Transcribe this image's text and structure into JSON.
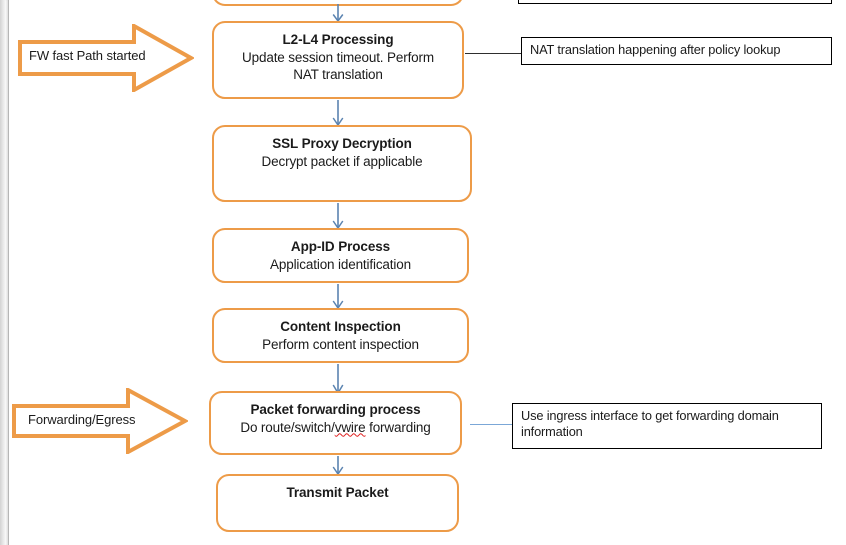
{
  "diagram": {
    "title": "Firewall packet flow - fast path and egress",
    "accent_orange": "#ED9B48",
    "connector_blue": "#5B84B1",
    "note_border": "#000000",
    "page_background": "#FFFFFF"
  },
  "clipped_top_box": {
    "name": "partial-process-box-above"
  },
  "clipped_top_note": {
    "name": "partial-note-box-above"
  },
  "process_boxes": [
    {
      "id": "l2-l4-processing",
      "title": "L2-L4 Processing",
      "subtitle_line1": "Update session timeout. Perform",
      "subtitle_line2": "NAT translation"
    },
    {
      "id": "ssl-proxy-decryption",
      "title": "SSL Proxy Decryption",
      "subtitle_line1": "Decrypt packet if applicable",
      "subtitle_line2": ""
    },
    {
      "id": "app-id-process",
      "title": "App-ID Process",
      "subtitle_line1": "Application identification",
      "subtitle_line2": ""
    },
    {
      "id": "content-inspection",
      "title": "Content Inspection",
      "subtitle_line1": "Perform content inspection",
      "subtitle_line2": ""
    },
    {
      "id": "packet-forwarding-process",
      "title": "Packet forwarding process",
      "subtitle_prefix": "Do route/switch/",
      "subtitle_misspelled": "vwire",
      "subtitle_suffix": " forwarding"
    },
    {
      "id": "transmit-packet",
      "title": "Transmit Packet",
      "subtitle_line1": "",
      "subtitle_line2": ""
    }
  ],
  "stage_arrows": [
    {
      "id": "fw-fast-path-started",
      "label": "FW fast Path started"
    },
    {
      "id": "forwarding-egress",
      "label": "Forwarding/Egress"
    }
  ],
  "notes": [
    {
      "id": "nat-translation-note",
      "line1": "NAT translation happening after policy lookup",
      "line2": ""
    },
    {
      "id": "ingress-interface-note",
      "line1": "Use ingress interface to get forwarding domain",
      "line2": "information"
    }
  ]
}
